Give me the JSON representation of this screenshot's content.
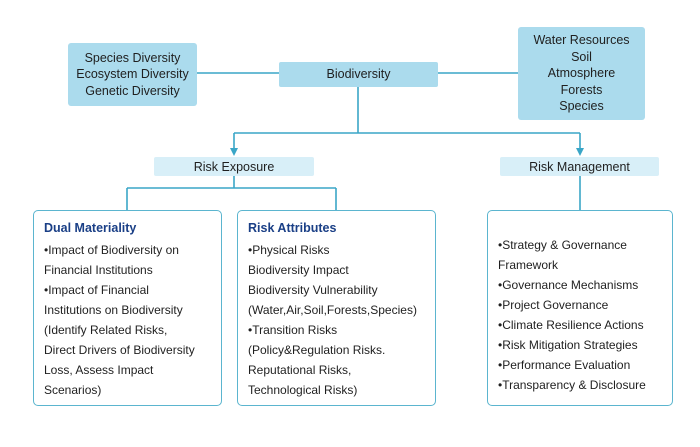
{
  "colors": {
    "primary_fill": "#abdbed",
    "secondary_fill": "#d8eff8",
    "connector": "#3aa6c7",
    "heading": "#1a3f86"
  },
  "diversity_box": {
    "lines": [
      "Species Diversity",
      "Ecosystem Diversity",
      "Genetic Diversity"
    ]
  },
  "central_node": {
    "label": "Biodiversity"
  },
  "resources_box": {
    "lines": [
      "Water Resources",
      "Soil",
      "Atmosphere",
      "Forests",
      "Species"
    ]
  },
  "risk_exposure": {
    "label": "Risk Exposure"
  },
  "risk_management": {
    "label": "Risk Management"
  },
  "dual_materiality": {
    "title": "Dual Materiality",
    "lines": [
      "•Impact of Biodiversity on",
      "Financial Institutions",
      "•Impact of Financial",
      "Institutions on Biodiversity",
      "(Identify Related Risks,",
      "Direct Drivers of Biodiversity",
      "Loss, Assess Impact",
      "Scenarios)"
    ]
  },
  "risk_attributes": {
    "title": "Risk Attributes",
    "lines": [
      "•Physical Risks",
      "Biodiversity Impact",
      "Biodiversity Vulnerability",
      "(Water,Air,Soil,Forests,Species)",
      "•Transition Risks",
      "(Policy&Regulation Risks.",
      "Reputational Risks,",
      "Technological Risks)"
    ]
  },
  "management_actions": {
    "lines": [
      "•Strategy & Governance",
      "Framework",
      "•Governance Mechanisms",
      "•Project Governance",
      "•Climate Resilience Actions",
      "•Risk Mitigation Strategies",
      "•Performance Evaluation",
      "•Transparency & Disclosure"
    ]
  }
}
